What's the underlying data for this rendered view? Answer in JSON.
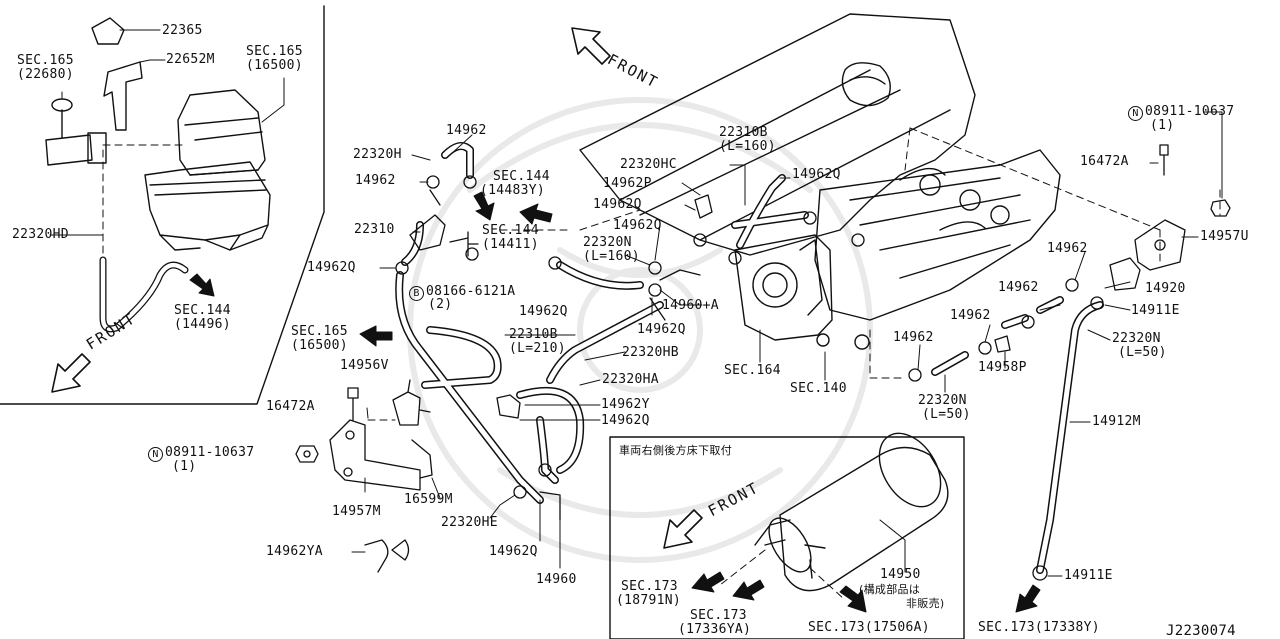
{
  "diagram_id": "J2230074",
  "inset_title": "車両右側後方床下取付",
  "front_labels": [
    "FRONT",
    "FRONT",
    "FRONT"
  ],
  "parts": {
    "p22365": "22365",
    "p22652M": "22652M",
    "sec165a": "SEC.165",
    "sec165a_sub": "(22680)",
    "sec165b": "SEC.165",
    "sec165b_sub": "(16500)",
    "p22320HD": "22320HD",
    "sec144a": "SEC.144",
    "sec144a_sub": "(14496)",
    "p14962_top": "14962",
    "p22320H": "22320H",
    "p14962_a": "14962",
    "sec144b": "SEC.144",
    "sec144b_sub": "(14483Y)",
    "sec144c": "SEC.144",
    "sec144c_sub": "(14411)",
    "p22310": "22310",
    "p14962Q_a": "14962Q",
    "b08166": "08166-6121A",
    "b08166_sub": "(2)",
    "b_letter": "B",
    "p22320HC": "22320HC",
    "p22310B_a": "22310B",
    "p22310B_a_sub": "(L=160)",
    "p14962P": "14962P",
    "p14962Q_b": "14962Q",
    "p14962Q_c": "14962Q",
    "p14962Q_d": "14962Q",
    "p22320N_a": "22320N",
    "p22320N_a_sub": "(L=160)",
    "p14962Q_e": "14962Q",
    "p14960A": "14960+A",
    "p14962Q_f": "14962Q",
    "sec165c": "SEC.165",
    "sec165c_sub": "(16500)",
    "p22310B_b": "22310B",
    "p22310B_b_sub": "(L=210)",
    "p22320HB": "22320HB",
    "p14956V": "14956V",
    "p22320HA": "22320HA",
    "p16472A_a": "16472A",
    "p14962Y": "14962Y",
    "p14962Q_g": "14962Q",
    "n08911_a": "08911-10637",
    "n08911_a_sub": "(1)",
    "n_letter": "N",
    "p16599M": "16599M",
    "p14957M": "14957M",
    "p22320HE": "22320HE",
    "p14962YA": "14962YA",
    "p14962Q_h": "14962Q",
    "p14960": "14960",
    "sec164": "SEC.164",
    "sec140": "SEC.140",
    "n08911_b": "08911-10637",
    "n08911_b_sub": "(1)",
    "p16472A_b": "16472A",
    "p14957U": "14957U",
    "p14962_b": "14962",
    "p14920": "14920",
    "p14962_c": "14962",
    "p14911E_a": "14911E",
    "p14962_d": "14962",
    "p14962_e": "14962",
    "p22320N_b": "22320N",
    "p22320N_b_sub": "(L=50)",
    "p14958P": "14958P",
    "p22320N_c": "22320N",
    "p22320N_c_sub": "(L=50)",
    "p14912M": "14912M",
    "p14911E_b": "14911E",
    "p14950": "14950",
    "p14950_note1": "(構成部品は",
    "p14950_note2": "非販売)",
    "sec173a": "SEC.173",
    "sec173a_sub": "(18791N)",
    "sec173b": "SEC.173",
    "sec173b_sub": "(17336YA)",
    "sec173c": "SEC.173(17506A)",
    "sec173d": "SEC.173(17338Y)"
  }
}
